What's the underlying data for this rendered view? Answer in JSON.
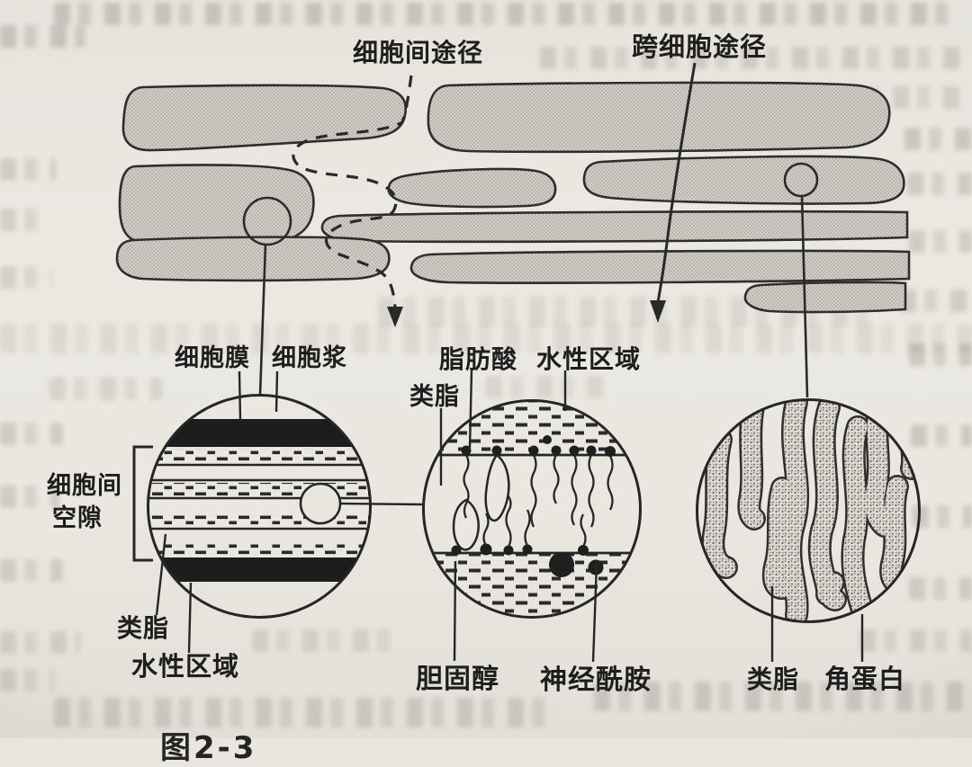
{
  "figure": {
    "caption_partial": "图2-3",
    "labels": {
      "intercellular_pathway": "细胞间途径",
      "transcellular_pathway": "跨细胞途径",
      "cell_membrane": "细胞膜",
      "cytoplasm": "细胞浆",
      "fatty_acid": "脂肪酸",
      "aqueous_region_top": "水性区域",
      "lipid_top": "类脂",
      "intercellular_space_line1": "细胞间",
      "intercellular_space_line2": "空隙",
      "lipid_left": "类脂",
      "aqueous_region_left": "水性区域",
      "cholesterol": "胆固醇",
      "ceramide": "神经酰胺",
      "lipid_right": "类脂",
      "keratin": "角蛋白"
    },
    "colors": {
      "paper": "#e9e6e0",
      "ink": "#262626",
      "cell_fill_base": "#d2cfc9"
    }
  }
}
